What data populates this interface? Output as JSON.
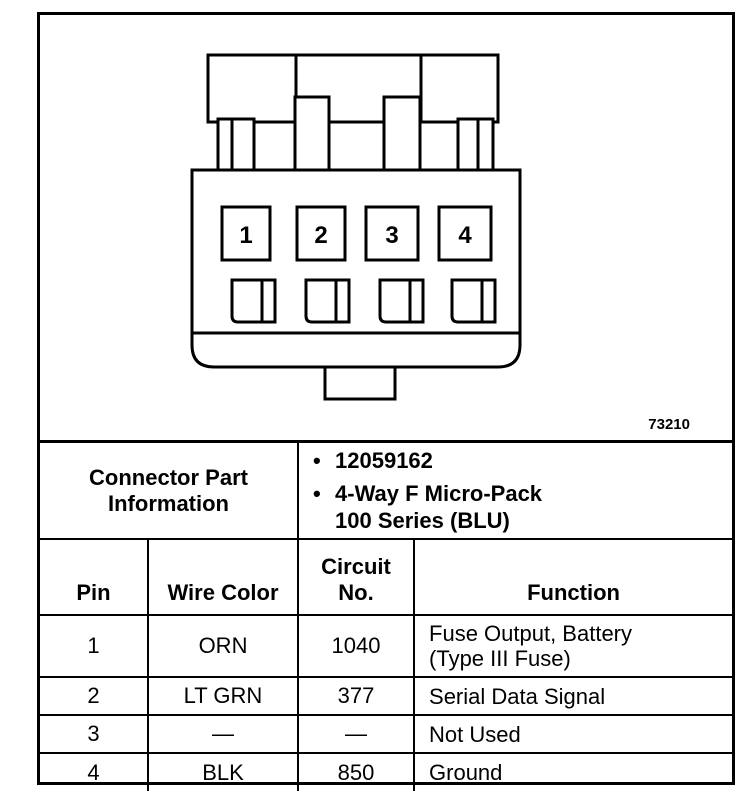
{
  "figure_id": "73210",
  "connector": {
    "pin_labels": [
      "1",
      "2",
      "3",
      "4"
    ],
    "info_label": "Connector Part Information",
    "info_items": [
      "12059162",
      "4-Way F Micro-Pack",
      "100 Series (BLU)"
    ]
  },
  "table": {
    "headers": {
      "pin": "Pin",
      "wire_color": "Wire Color",
      "circuit_line1": "Circuit",
      "circuit_line2": "No.",
      "function": "Function"
    },
    "rows": [
      {
        "pin": "1",
        "wire_color": "ORN",
        "circuit": "1040",
        "function_line1": "Fuse Output, Battery",
        "function_line2": "(Type III Fuse)"
      },
      {
        "pin": "2",
        "wire_color": "LT GRN",
        "circuit": "377",
        "function": "Serial Data Signal"
      },
      {
        "pin": "3",
        "wire_color": "—",
        "circuit": "—",
        "function": "Not Used"
      },
      {
        "pin": "4",
        "wire_color": "BLK",
        "circuit": "850",
        "function": "Ground"
      }
    ]
  }
}
